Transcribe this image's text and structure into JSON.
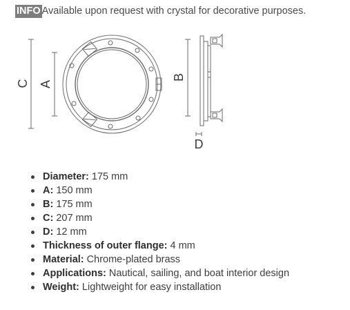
{
  "info": {
    "badge": "INFO",
    "text": "Available upon request with crystal for decorative purposes."
  },
  "drawing": {
    "labels": {
      "c": "C",
      "a": "A",
      "b": "B",
      "d": "D"
    }
  },
  "specs": [
    {
      "label": "Diameter:",
      "value": " 175 mm"
    },
    {
      "label": "A:",
      "value": " 150 mm"
    },
    {
      "label": "B:",
      "value": " 175 mm"
    },
    {
      "label": "C:",
      "value": " 207 mm"
    },
    {
      "label": "D:",
      "value": " 12 mm"
    },
    {
      "label": "Thickness of outer flange:",
      "value": " 4 mm"
    },
    {
      "label": "Material:",
      "value": " Chrome-plated brass"
    },
    {
      "label": "Applications:",
      "value": " Nautical, sailing, and boat interior design"
    },
    {
      "label": "Weight:",
      "value": " Lightweight for easy installation"
    }
  ]
}
